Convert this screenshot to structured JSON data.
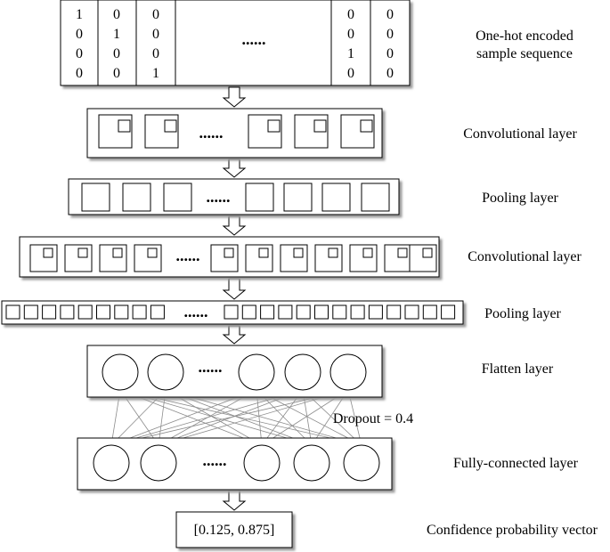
{
  "labels": {
    "one_hot_line1": "One-hot encoded",
    "one_hot_line2": "sample sequence",
    "conv1": "Convolutional layer",
    "pool1": "Pooling layer",
    "conv2": "Convolutional layer",
    "pool2": "Pooling layer",
    "flatten": "Flatten layer",
    "dropout": "Dropout = 0.4",
    "fc": "Fully-connected layer",
    "output": "Confidence probability vector"
  },
  "input_matrix": {
    "left_columns": [
      [
        "1",
        "0",
        "0",
        "0"
      ],
      [
        "0",
        "1",
        "0",
        "0"
      ],
      [
        "0",
        "0",
        "0",
        "1"
      ]
    ],
    "right_columns": [
      [
        "0",
        "0",
        "1",
        "0"
      ],
      [
        "0",
        "0",
        "0",
        "0"
      ]
    ]
  },
  "ellipsis": "......",
  "output_vector": "[0.125, 0.875]"
}
